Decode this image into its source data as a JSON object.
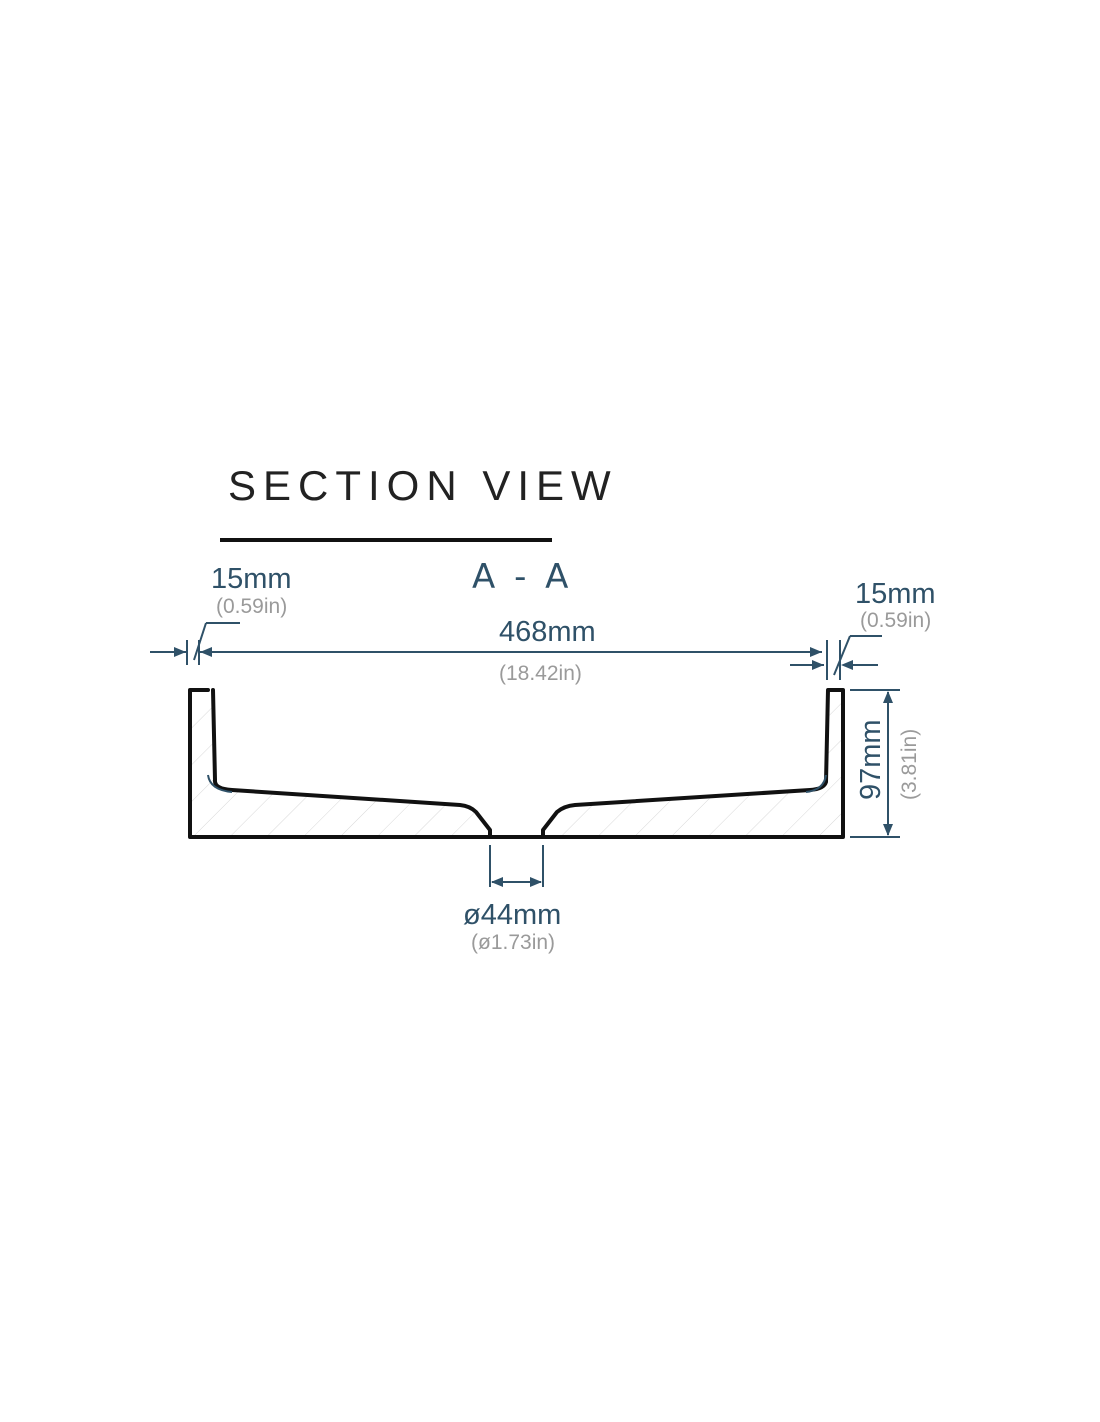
{
  "drawing": {
    "title": "SECTION VIEW",
    "section_label": "A - A",
    "left_wall": {
      "mm": "15mm",
      "in": "(0.59in)"
    },
    "right_wall": {
      "mm": "15mm",
      "in": "(0.59in)"
    },
    "width": {
      "mm": "468mm",
      "in": "(18.42in)"
    },
    "height": {
      "mm": "97mm",
      "in": "(3.81in)"
    },
    "drain": {
      "mm": "ø44mm",
      "in": "(ø1.73in)"
    },
    "colors": {
      "dimension": "#2f5168",
      "outline": "#111111",
      "secondary_text": "#9a9a9a",
      "hatch": "#d8d8d8"
    }
  }
}
